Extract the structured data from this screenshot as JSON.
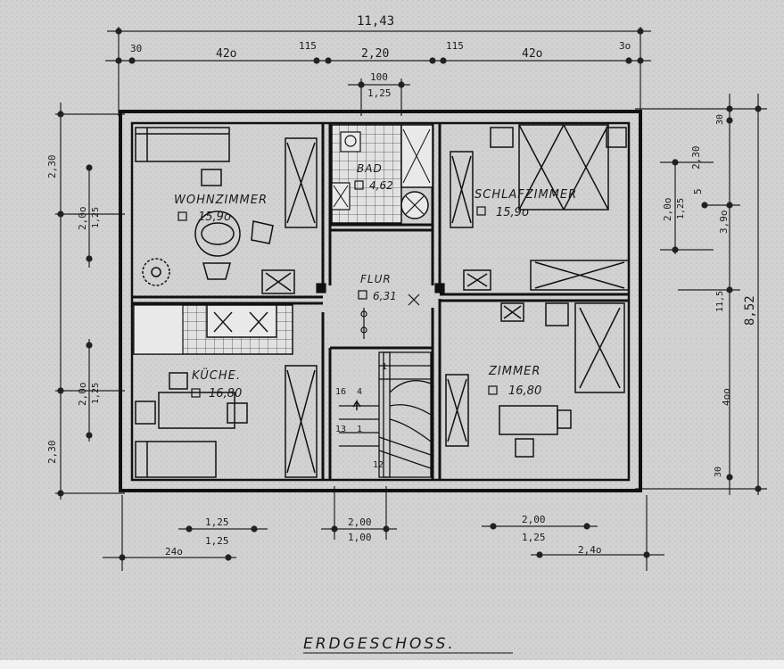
{
  "drawing": {
    "title": "ERDGESCHOSS.",
    "overall_width": "11,43",
    "overall_depth": "8,52"
  },
  "top_dims": {
    "row1": [
      "30",
      "42o",
      "115",
      "2,20",
      "115",
      "42o",
      "3o"
    ],
    "door_upper": "100",
    "door_lower": "1,25"
  },
  "left_dims": [
    "2,30",
    "2,0o",
    "1,25",
    "2,0o",
    "1,25",
    "2,30"
  ],
  "right_dims": [
    "30",
    "2,30",
    "2,0o",
    "1,25",
    "5",
    "3,9o",
    "11,5",
    "4oo",
    "30"
  ],
  "bottom_dims": {
    "left_upper": "1,25",
    "left_lower": "1,25",
    "left_span": "24o",
    "mid_upper": "2,00",
    "mid_lower": "1,00",
    "right_upper": "2,00",
    "right_lower": "1,25",
    "right_span": "2,4o"
  },
  "rooms": {
    "wohnzimmer": {
      "name": "WOHNZIMMER",
      "area": "15,9o"
    },
    "bad": {
      "name": "BAD",
      "area": "4,62"
    },
    "schlafzimmer": {
      "name": "SCHLAFZIMMER",
      "area": "15,9o"
    },
    "flur": {
      "name": "FLUR",
      "area": "6,31"
    },
    "kueche": {
      "name": "KÜCHE.",
      "area": "16,80"
    },
    "zimmer": {
      "name": "ZIMMER",
      "area": "16,80"
    }
  },
  "stairs": {
    "step_a": "1",
    "step_b": "16",
    "step_c": "4",
    "step_d": "13",
    "step_e": "1",
    "step_f": "12"
  }
}
